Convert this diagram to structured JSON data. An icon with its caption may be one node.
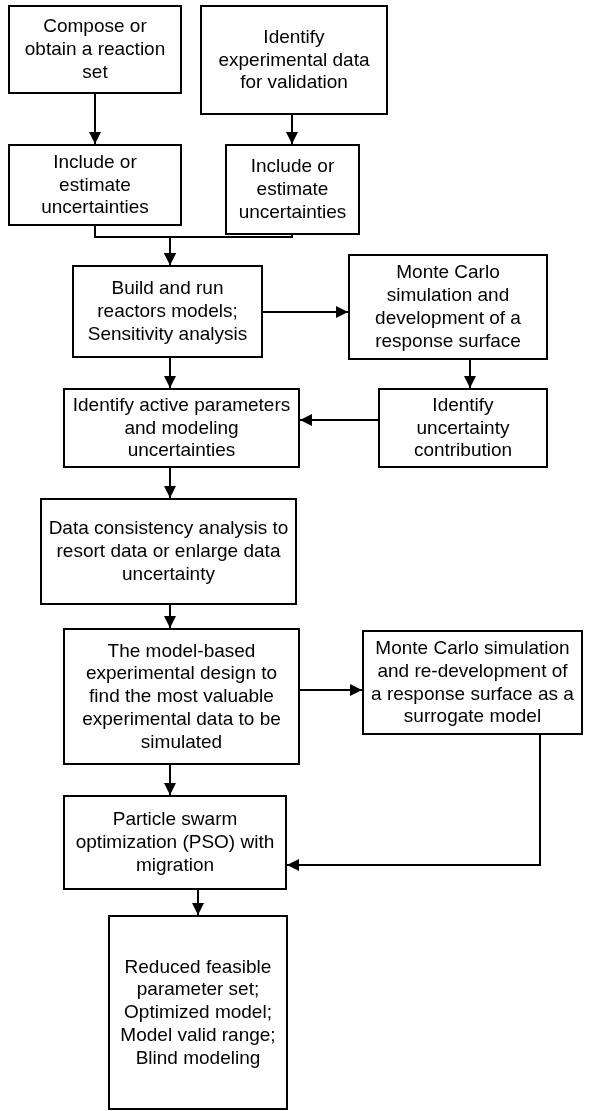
{
  "diagram": {
    "nodes": [
      {
        "text": [
          "Compose or obtain a reaction set"
        ]
      },
      {
        "text": [
          "Identify experimental data for validation"
        ]
      },
      {
        "text": [
          "Include or estimate uncertainties"
        ]
      },
      {
        "text": [
          "Include or estimate uncertainties"
        ]
      },
      {
        "text": [
          "Build and run reactors models; Sensitivity analysis"
        ]
      },
      {
        "text": [
          "Monte Carlo simulation and development of a response surface"
        ]
      },
      {
        "text": [
          "Identify active parameters and modeling uncertainties"
        ]
      },
      {
        "text": [
          "Identify uncertainty contribution"
        ]
      },
      {
        "text": [
          "Data consistency analysis to resort data or enlarge data uncertainty"
        ]
      },
      {
        "text": [
          "The model-based experimental design to find the most valuable experimental data to be simulated"
        ]
      },
      {
        "text": [
          "Monte Carlo simulation and re-development of a response surface as a surrogate model"
        ]
      },
      {
        "text": [
          "Particle swarm optimization (PSO) with migration"
        ]
      },
      {
        "text": [
          "Reduced feasible parameter set; Optimized model; Model valid range; Blind modeling"
        ]
      }
    ],
    "edges": [
      {
        "from": 0,
        "to": 2,
        "arrow": "to"
      },
      {
        "from": 1,
        "to": 3,
        "arrow": "to"
      },
      {
        "from": 2,
        "to": 4,
        "arrow": "to"
      },
      {
        "from": 3,
        "to": 4,
        "arrow": "to"
      },
      {
        "from": 4,
        "to": 5,
        "arrow": "to"
      },
      {
        "from": 4,
        "to": 6,
        "arrow": "to"
      },
      {
        "from": 5,
        "to": 7,
        "arrow": "to"
      },
      {
        "from": 7,
        "to": 6,
        "arrow": "to"
      },
      {
        "from": 6,
        "to": 8,
        "arrow": "to"
      },
      {
        "from": 8,
        "to": 9,
        "arrow": "to"
      },
      {
        "from": 9,
        "to": 10,
        "arrow": "to"
      },
      {
        "from": 9,
        "to": 11,
        "arrow": "to"
      },
      {
        "from": 10,
        "to": 11,
        "arrow": "to"
      },
      {
        "from": 11,
        "to": 12,
        "arrow": "to"
      }
    ]
  }
}
